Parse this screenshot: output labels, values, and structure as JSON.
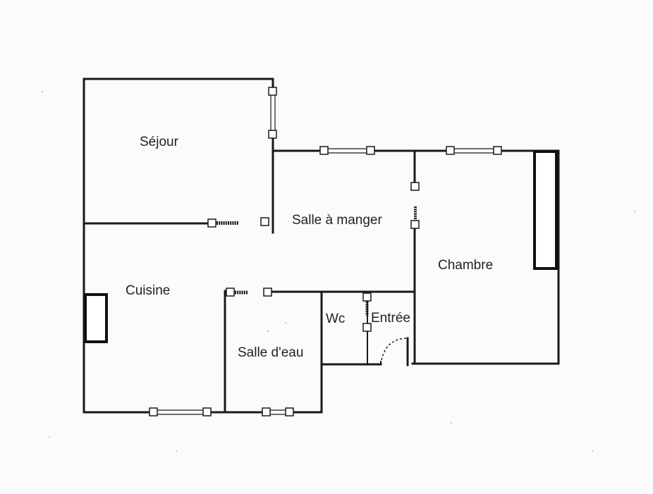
{
  "plan": {
    "rooms": {
      "sejour": "Séjour",
      "salle_a_manger": "Salle à manger",
      "chambre": "Chambre",
      "cuisine": "Cuisine",
      "wc": "Wc",
      "entree": "Entrée",
      "salle_deau": "Salle d'eau"
    }
  }
}
